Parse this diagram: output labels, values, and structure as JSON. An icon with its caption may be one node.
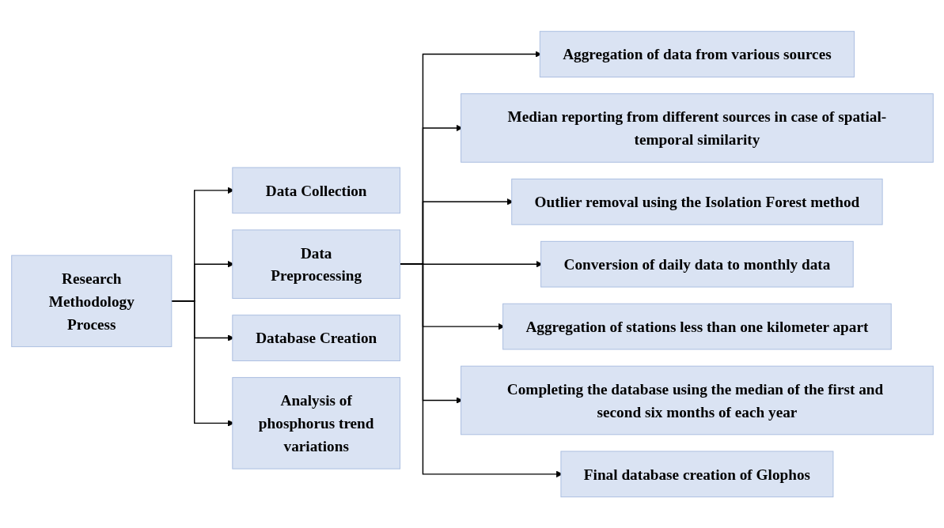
{
  "diagram": {
    "nodes": [
      {
        "text": [
          "Research Methodology Process"
        ]
      },
      {
        "text": [
          "Data Collection"
        ]
      },
      {
        "text": [
          "Data Preprocessing"
        ]
      },
      {
        "text": [
          "Database Creation"
        ]
      },
      {
        "text": [
          "Analysis of phosphorus trend variations"
        ]
      },
      {
        "text": [
          "Aggregation of data from various sources"
        ]
      },
      {
        "text": [
          "Median reporting from different sources in case of spatial-temporal similarity"
        ]
      },
      {
        "text": [
          "Outlier removal using the Isolation Forest method"
        ]
      },
      {
        "text": [
          "Conversion of daily data to monthly data"
        ]
      },
      {
        "text": [
          "Aggregation of stations less than one kilometer apart"
        ]
      },
      {
        "text": [
          "Completing the database using the median of the first and second six months of each year"
        ]
      },
      {
        "text": [
          "Final database creation of Glophos"
        ]
      }
    ],
    "edges": [
      {
        "from": 0,
        "to": 1,
        "arrow": "to"
      },
      {
        "from": 0,
        "to": 2,
        "arrow": "to"
      },
      {
        "from": 0,
        "to": 3,
        "arrow": "to"
      },
      {
        "from": 0,
        "to": 4,
        "arrow": "to"
      },
      {
        "from": 2,
        "to": 5,
        "arrow": "to"
      },
      {
        "from": 2,
        "to": 6,
        "arrow": "to"
      },
      {
        "from": 2,
        "to": 7,
        "arrow": "to"
      },
      {
        "from": 2,
        "to": 8,
        "arrow": "to"
      },
      {
        "from": 2,
        "to": 9,
        "arrow": "to"
      },
      {
        "from": 2,
        "to": 10,
        "arrow": "to"
      },
      {
        "from": 2,
        "to": 11,
        "arrow": "to"
      }
    ]
  }
}
